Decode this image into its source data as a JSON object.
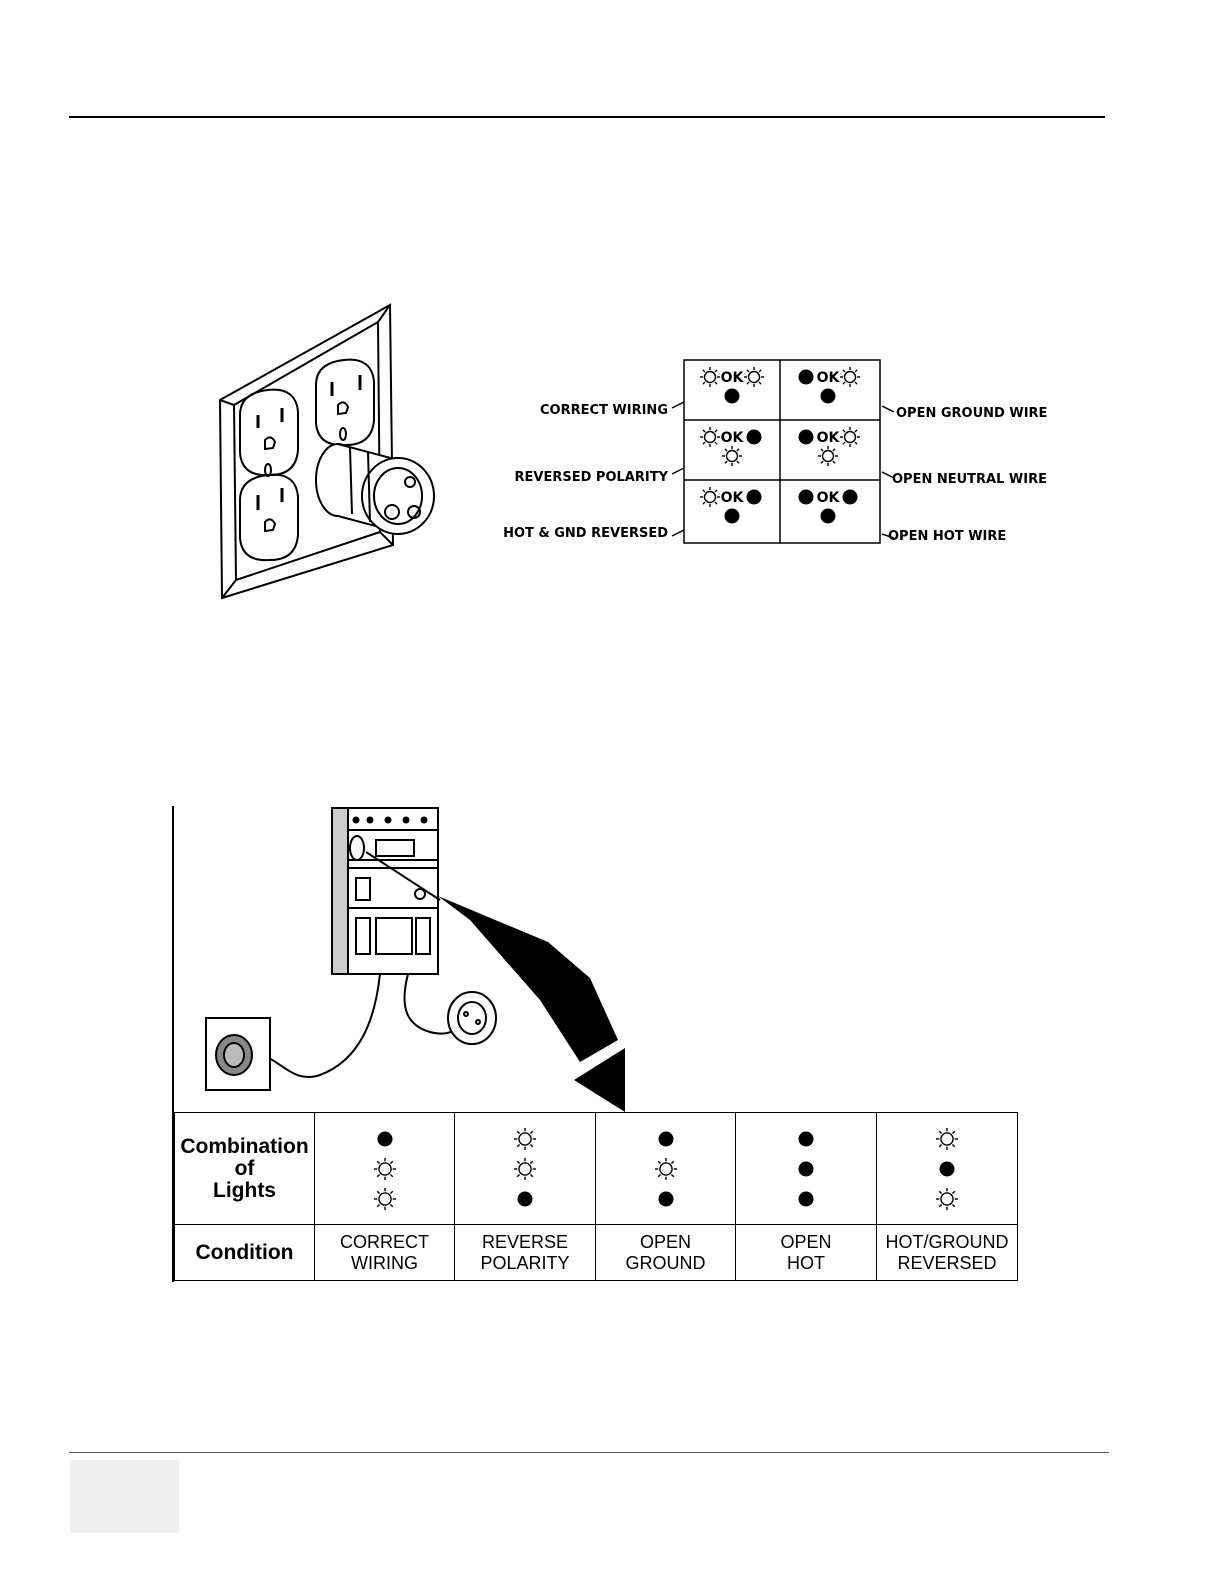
{
  "figure_top": {
    "panel_cells": [
      {
        "text": "OK",
        "lights": [
          "on",
          "on",
          "off"
        ]
      },
      {
        "text": "OK",
        "lights": [
          "on",
          "off",
          "off"
        ]
      },
      {
        "text": "OK",
        "lights": [
          "on",
          "off",
          "on"
        ]
      },
      {
        "text": "OK",
        "lights": [
          "off",
          "on",
          "off"
        ]
      },
      {
        "text": "OK",
        "lights": [
          "off",
          "on",
          "on"
        ]
      },
      {
        "text": "OK",
        "lights": [
          "off",
          "off",
          "off"
        ]
      }
    ],
    "labels_left": [
      "CORRECT WIRING",
      "REVERSED POLARITY",
      "HOT & GND REVERSED"
    ],
    "labels_right": [
      "OPEN GROUND WIRE",
      "OPEN NEUTRAL WIRE",
      "OPEN HOT WIRE"
    ]
  },
  "table": {
    "row1_header": [
      "Combination",
      "of",
      "Lights"
    ],
    "row2_header": "Condition",
    "columns": [
      {
        "lights": [
          "off",
          "on",
          "on"
        ],
        "condition": [
          "CORRECT",
          "WIRING"
        ]
      },
      {
        "lights": [
          "on",
          "on",
          "off"
        ],
        "condition": [
          "REVERSE",
          "POLARITY"
        ]
      },
      {
        "lights": [
          "off",
          "on",
          "off"
        ],
        "condition": [
          "OPEN",
          "GROUND"
        ]
      },
      {
        "lights": [
          "off",
          "off",
          "off"
        ],
        "condition": [
          "OPEN",
          "HOT"
        ]
      },
      {
        "lights": [
          "on",
          "off",
          "on"
        ],
        "condition": [
          "HOT/GROUND",
          "REVERSED"
        ]
      }
    ]
  }
}
